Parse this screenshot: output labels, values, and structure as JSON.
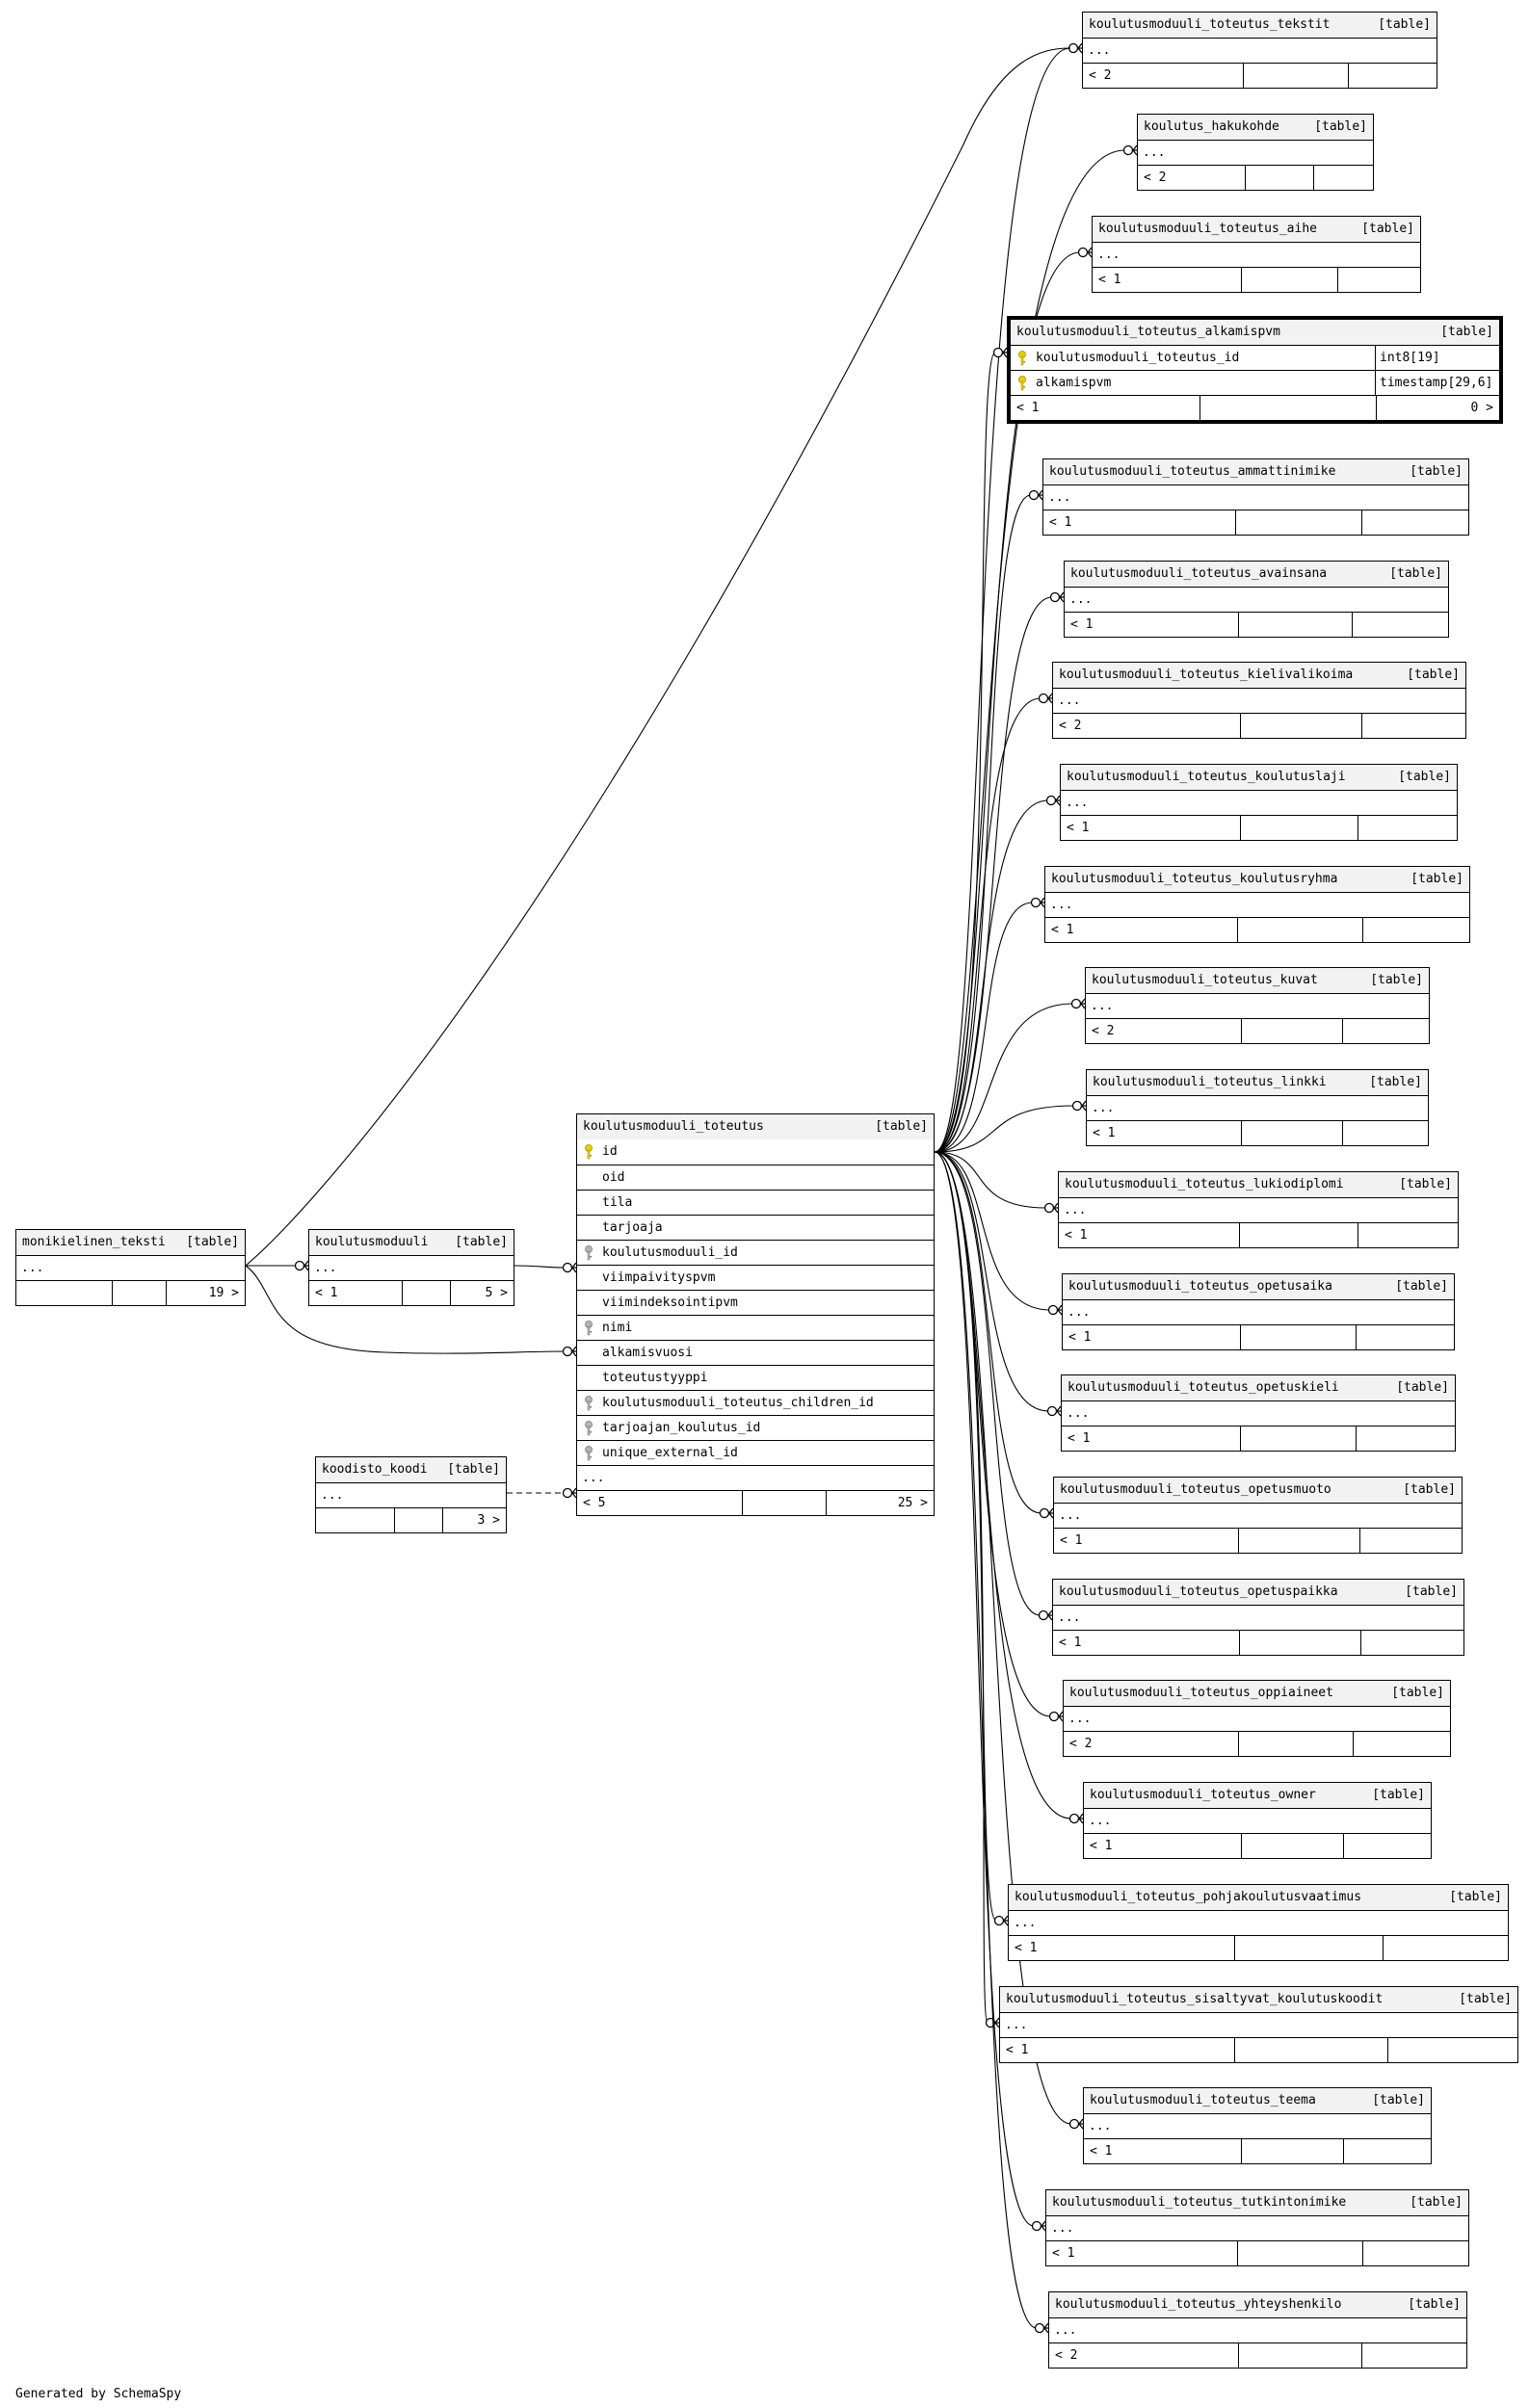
{
  "footer": {
    "generated": "Generated by SchemaSpy"
  },
  "colors": {
    "line": "#000000",
    "header_bg": "#f2f2f2",
    "key_icon": "#e8d000",
    "fk_icon": "#999999"
  },
  "tables": {
    "monikielinen_teksti": {
      "name": "monikielinen_teksti",
      "type": "[table]",
      "ellipsis": "...",
      "children": "19 >"
    },
    "koulutusmoduuli": {
      "name": "koulutusmoduuli",
      "type": "[table]",
      "ellipsis": "...",
      "parents": "< 1",
      "children": "5 >"
    },
    "koodisto_koodi": {
      "name": "koodisto_koodi",
      "type": "[table]",
      "ellipsis": "...",
      "children": "3 >"
    },
    "koulutusmoduuli_toteutus": {
      "name": "koulutusmoduuli_toteutus",
      "type": "[table]",
      "ellipsis": "...",
      "parents": "< 5",
      "children": "25 >",
      "columns": [
        {
          "name": "id",
          "icon": "primary-key-icon"
        },
        {
          "name": "oid",
          "icon": ""
        },
        {
          "name": "tila",
          "icon": ""
        },
        {
          "name": "tarjoaja",
          "icon": ""
        },
        {
          "name": "koulutusmoduuli_id",
          "icon": "foreign-key-icon"
        },
        {
          "name": "viimpaivityspvm",
          "icon": ""
        },
        {
          "name": "viimindeksointipvm",
          "icon": ""
        },
        {
          "name": "nimi",
          "icon": "foreign-key-icon"
        },
        {
          "name": "alkamisvuosi",
          "icon": ""
        },
        {
          "name": "toteutustyyppi",
          "icon": ""
        },
        {
          "name": "koulutusmoduuli_toteutus_children_id",
          "icon": "foreign-key-icon"
        },
        {
          "name": "tarjoajan_koulutus_id",
          "icon": "foreign-key-icon"
        },
        {
          "name": "unique_external_id",
          "icon": "foreign-key-icon"
        }
      ]
    },
    "alkamispvm": {
      "name": "koulutusmoduuli_toteutus_alkamispvm",
      "type": "[table]",
      "parents": "< 1",
      "children": "0 >",
      "columns": [
        {
          "name": "koulutusmoduuli_toteutus_id",
          "type": "int8[19]",
          "icon": "primary-key-icon"
        },
        {
          "name": "alkamispvm",
          "type": "timestamp[29,6]",
          "icon": "primary-key-icon"
        }
      ]
    },
    "children": [
      {
        "name": "koulutusmoduuli_toteutus_tekstit",
        "type": "[table]",
        "ellipsis": "...",
        "parents": "< 2"
      },
      {
        "name": "koulutus_hakukohde",
        "type": "[table]",
        "ellipsis": "...",
        "parents": "< 2"
      },
      {
        "name": "koulutusmoduuli_toteutus_aihe",
        "type": "[table]",
        "ellipsis": "...",
        "parents": "< 1"
      },
      {
        "name": "koulutusmoduuli_toteutus_ammattinimike",
        "type": "[table]",
        "ellipsis": "...",
        "parents": "< 1"
      },
      {
        "name": "koulutusmoduuli_toteutus_avainsana",
        "type": "[table]",
        "ellipsis": "...",
        "parents": "< 1"
      },
      {
        "name": "koulutusmoduuli_toteutus_kielivalikoima",
        "type": "[table]",
        "ellipsis": "...",
        "parents": "< 2"
      },
      {
        "name": "koulutusmoduuli_toteutus_koulutuslaji",
        "type": "[table]",
        "ellipsis": "...",
        "parents": "< 1"
      },
      {
        "name": "koulutusmoduuli_toteutus_koulutusryhma",
        "type": "[table]",
        "ellipsis": "...",
        "parents": "< 1"
      },
      {
        "name": "koulutusmoduuli_toteutus_kuvat",
        "type": "[table]",
        "ellipsis": "...",
        "parents": "< 2"
      },
      {
        "name": "koulutusmoduuli_toteutus_linkki",
        "type": "[table]",
        "ellipsis": "...",
        "parents": "< 1"
      },
      {
        "name": "koulutusmoduuli_toteutus_lukiodiplomi",
        "type": "[table]",
        "ellipsis": "...",
        "parents": "< 1"
      },
      {
        "name": "koulutusmoduuli_toteutus_opetusaika",
        "type": "[table]",
        "ellipsis": "...",
        "parents": "< 1"
      },
      {
        "name": "koulutusmoduuli_toteutus_opetuskieli",
        "type": "[table]",
        "ellipsis": "...",
        "parents": "< 1"
      },
      {
        "name": "koulutusmoduuli_toteutus_opetusmuoto",
        "type": "[table]",
        "ellipsis": "...",
        "parents": "< 1"
      },
      {
        "name": "koulutusmoduuli_toteutus_opetuspaikka",
        "type": "[table]",
        "ellipsis": "...",
        "parents": "< 1"
      },
      {
        "name": "koulutusmoduuli_toteutus_oppiaineet",
        "type": "[table]",
        "ellipsis": "...",
        "parents": "< 2"
      },
      {
        "name": "koulutusmoduuli_toteutus_owner",
        "type": "[table]",
        "ellipsis": "...",
        "parents": "< 1"
      },
      {
        "name": "koulutusmoduuli_toteutus_pohjakoulutusvaatimus",
        "type": "[table]",
        "ellipsis": "...",
        "parents": "< 1"
      },
      {
        "name": "koulutusmoduuli_toteutus_sisaltyvat_koulutuskoodit",
        "type": "[table]",
        "ellipsis": "...",
        "parents": "< 1"
      },
      {
        "name": "koulutusmoduuli_toteutus_teema",
        "type": "[table]",
        "ellipsis": "...",
        "parents": "< 1"
      },
      {
        "name": "koulutusmoduuli_toteutus_tutkintonimike",
        "type": "[table]",
        "ellipsis": "...",
        "parents": "< 1"
      },
      {
        "name": "koulutusmoduuli_toteutus_yhteyshenkilo",
        "type": "[table]",
        "ellipsis": "...",
        "parents": "< 2"
      }
    ]
  }
}
